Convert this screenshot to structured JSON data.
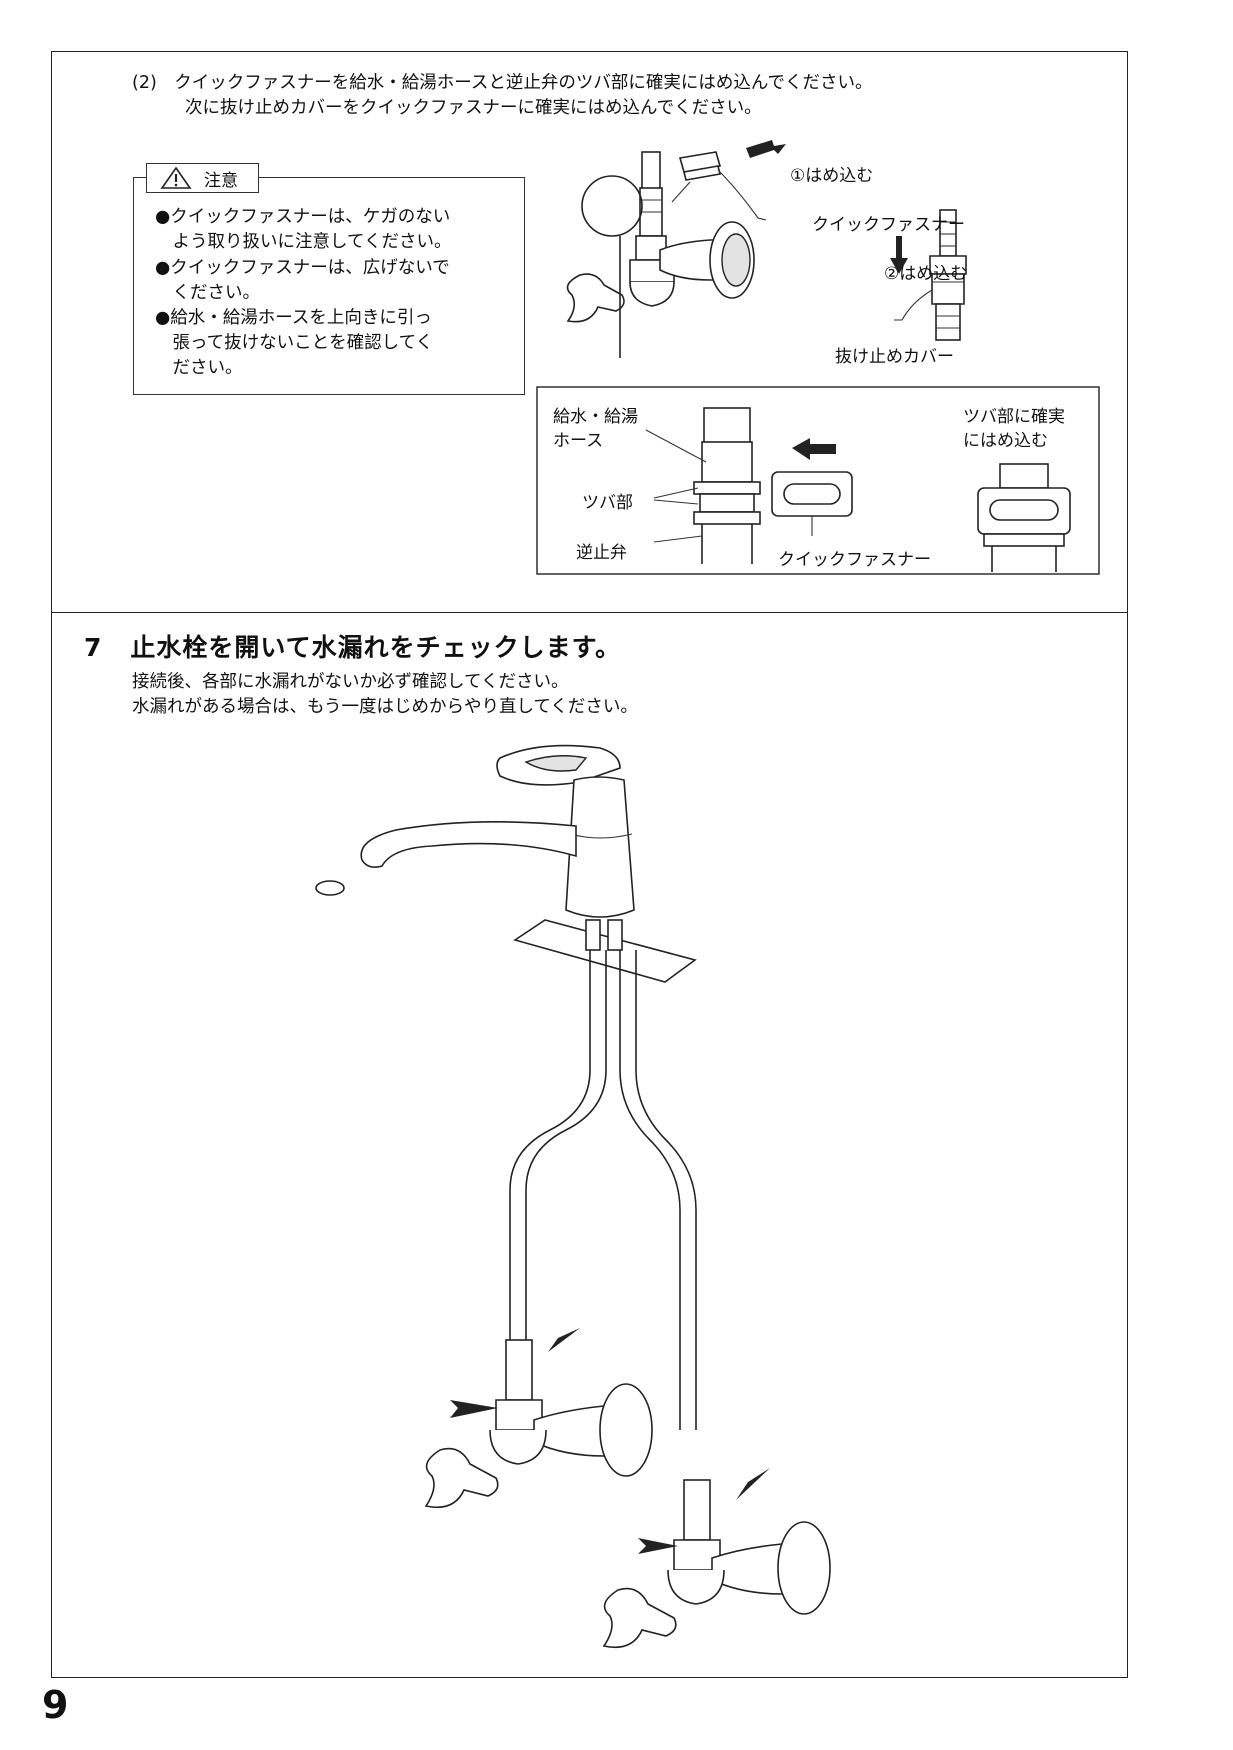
{
  "step2": {
    "line1": "(2)　クイックファスナーを給水・給湯ホースと逆止弁のツバ部に確実にはめ込んでください。",
    "line2": "次に抜け止めカバーをクイックファスナーに確実にはめ込んでください。"
  },
  "caution": {
    "title": "注意",
    "lines": [
      "●クイックファスナーは、ケガのない",
      "　よう取り扱いに注意してください。",
      "●クイックファスナーは、広げないで",
      "　ください。",
      "●給水・給湯ホースを上向きに引っ",
      "　張って抜けないことを確認してく",
      "　ださい。"
    ]
  },
  "figure_top": {
    "label_insert1": "①はめ込む",
    "label_quick_fastener": "クイックファスナー",
    "label_insert2": "②はめ込む",
    "label_cover": "抜け止めカバー"
  },
  "detail": {
    "label_hose": [
      "給水・給湯",
      "ホース"
    ],
    "label_flange": "ツバ部",
    "label_check_valve": "逆止弁",
    "label_quick_fastener": "クイックファスナー",
    "label_fit": [
      "ツバ部に確実",
      "にはめ込む"
    ]
  },
  "step7": {
    "number": "7",
    "title": "止水栓を開いて水漏れをチェックします。",
    "line1": "接続後、各部に水漏れがないか必ず確認してください。",
    "line2": "水漏れがある場合は、もう一度はじめからやり直してください。"
  },
  "page_number": "9",
  "icons": [
    "warning-triangle-icon",
    "arrow-icon"
  ]
}
